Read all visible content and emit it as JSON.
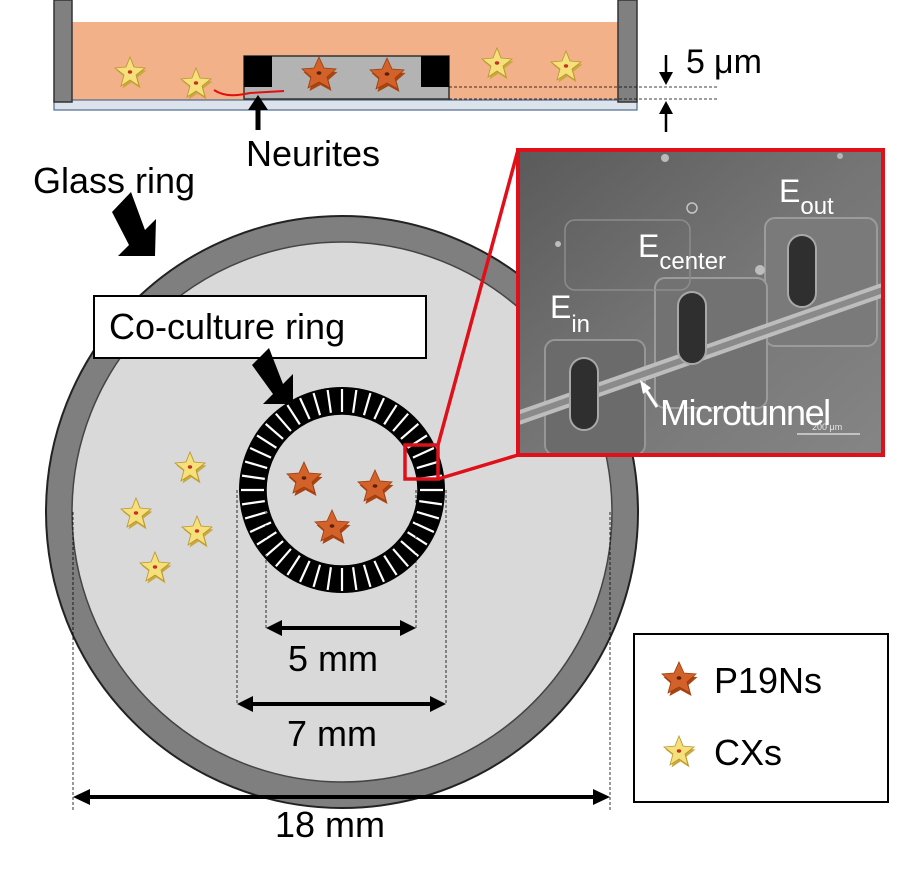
{
  "labels": {
    "thickness_value": "5",
    "thickness_unit": "μm",
    "neurites": "Neurites",
    "glass_ring": "Glass ring",
    "coculture_ring": "Co-culture ring",
    "e_in_main": "E",
    "e_in_sub": "in",
    "e_center_main": "E",
    "e_center_sub": "center",
    "e_out_main": "E",
    "e_out_sub": "out",
    "microtunnel": "Microtunnel",
    "scale_bar": "200 μm",
    "dim_5mm": "5 mm",
    "dim_7mm": "7 mm",
    "dim_18mm": "18 mm"
  },
  "legend": {
    "items": [
      {
        "label": "P19Ns",
        "icon": "p19n-cell-icon"
      },
      {
        "label": "CXs",
        "icon": "cx-cell-icon"
      }
    ]
  },
  "colors": {
    "medium": "#f3b189",
    "glass": "#7f7f7f",
    "dish": "#d9d9d9",
    "p19n": "#c9581d",
    "cx": "#f2d96a",
    "callout": "#e0101a",
    "sem_bg": "#6d6d6d"
  }
}
